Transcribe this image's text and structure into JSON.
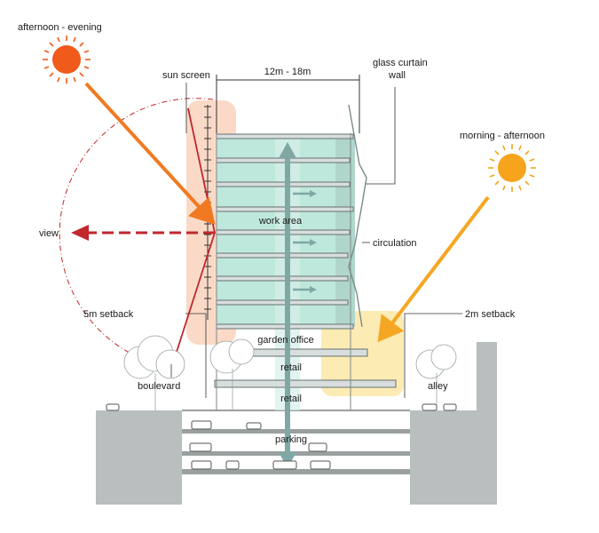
{
  "labels": {
    "afternoon_evening": "afternoon - evening",
    "morning_afternoon": "morning - afternoon",
    "sun_screen": "sun screen",
    "width_dimension": "12m - 18m",
    "glass_curtain_wall_line1": "glass curtain",
    "glass_curtain_wall_line2": "wall",
    "view": "view",
    "work_area": "work area",
    "circulation": "circulation",
    "setback_5m": "5m setback",
    "setback_2m": "2m setback",
    "garden_office": "garden office",
    "retail_upper": "retail",
    "retail_lower": "retail",
    "boulevard": "boulevard",
    "alley": "alley",
    "parking": "parking"
  },
  "colors": {
    "sun_afternoon": "#f05a1a",
    "sun_morning": "#f5a41c",
    "arrow_afternoon": "#f07a22",
    "arrow_morning": "#f5a623",
    "view_arrow": "#c1272d",
    "sun_screen_line": "#c1272d",
    "glass_zone": "#bfe8dc",
    "ground": "#b9bebe",
    "highlight_peach": "#f9d4bd",
    "highlight_yellow": "#fbe8a6",
    "circulation_arrow": "#7fa8a4"
  }
}
